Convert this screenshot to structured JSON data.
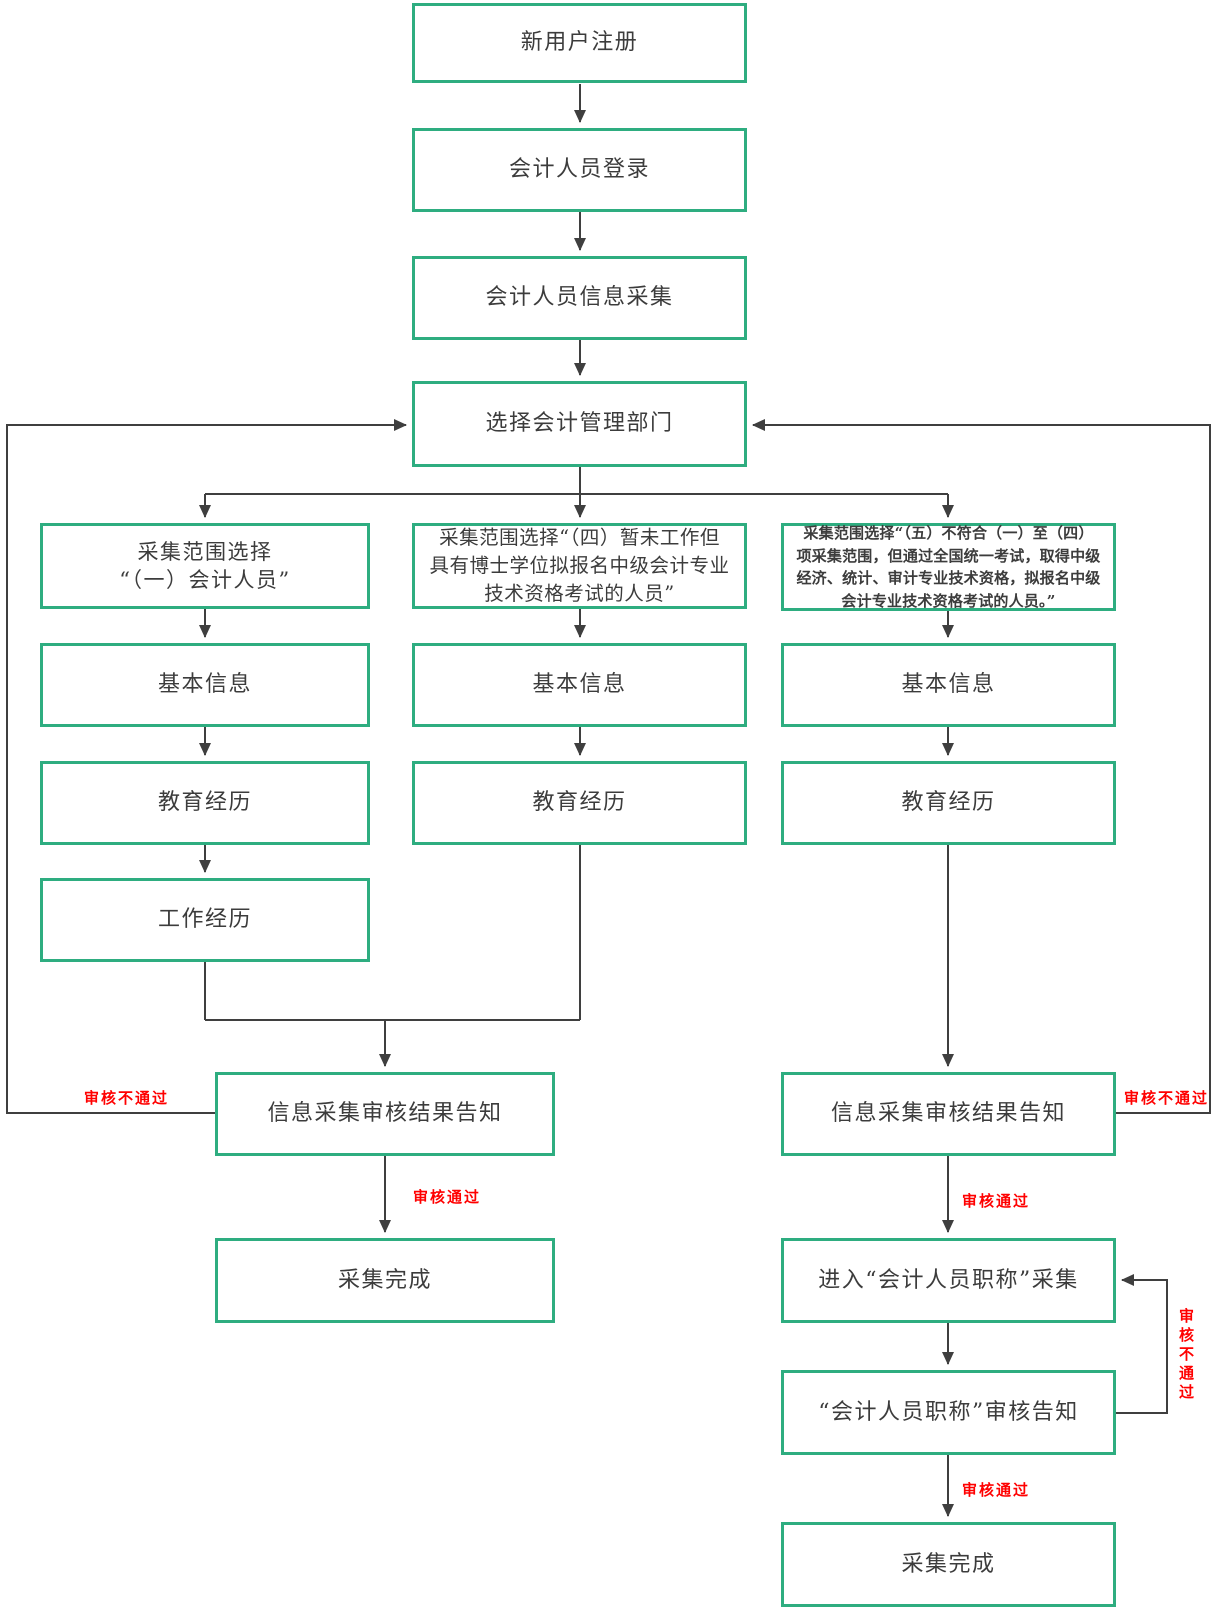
{
  "colors": {
    "box_border": "#2ead80",
    "connector_line": "#3f3f3f",
    "edge_label_red": "#ff0000",
    "box_text": "#3c3c3c"
  },
  "nodes": {
    "register": {
      "label": "新用户注册"
    },
    "login": {
      "label": "会计人员登录"
    },
    "collect": {
      "label": "会计人员信息采集"
    },
    "select_dept": {
      "label": "选择会计管理部门"
    },
    "scope_one": {
      "label": "采集范围选择\n“（一）会计人员”"
    },
    "scope_four": {
      "label": "采集范围选择“（四）暂未工作但\n具有博士学位拟报名中级会计专业\n技术资格考试的人员”"
    },
    "scope_five": {
      "label": "采集范围选择“（五）不符合（一）至（四）\n项采集范围，但通过全国统一考试，取得中级\n经济、统计、审计专业技术资格，拟报名中级\n会计专业技术资格考试的人员。”"
    },
    "basic_left": {
      "label": "基本信息"
    },
    "basic_mid": {
      "label": "基本信息"
    },
    "basic_right": {
      "label": "基本信息"
    },
    "edu_left": {
      "label": "教育经历"
    },
    "edu_mid": {
      "label": "教育经历"
    },
    "edu_right": {
      "label": "教育经历"
    },
    "work_left": {
      "label": "工作经历"
    },
    "result_left": {
      "label": "信息采集审核结果告知"
    },
    "done_left": {
      "label": "采集完成"
    },
    "result_right": {
      "label": "信息采集审核结果告知"
    },
    "enter_title": {
      "label": "进入“会计人员职称”采集"
    },
    "title_notice": {
      "label": "“会计人员职称”审核告知"
    },
    "done_right": {
      "label": "采集完成"
    }
  },
  "edge_labels": {
    "fail_left": "审核不通过",
    "pass_left": "审核通过",
    "fail_right": "审核不通过",
    "pass_right_1": "审核通过",
    "fail_title": "审核不通过",
    "pass_right_2": "审核通过"
  }
}
